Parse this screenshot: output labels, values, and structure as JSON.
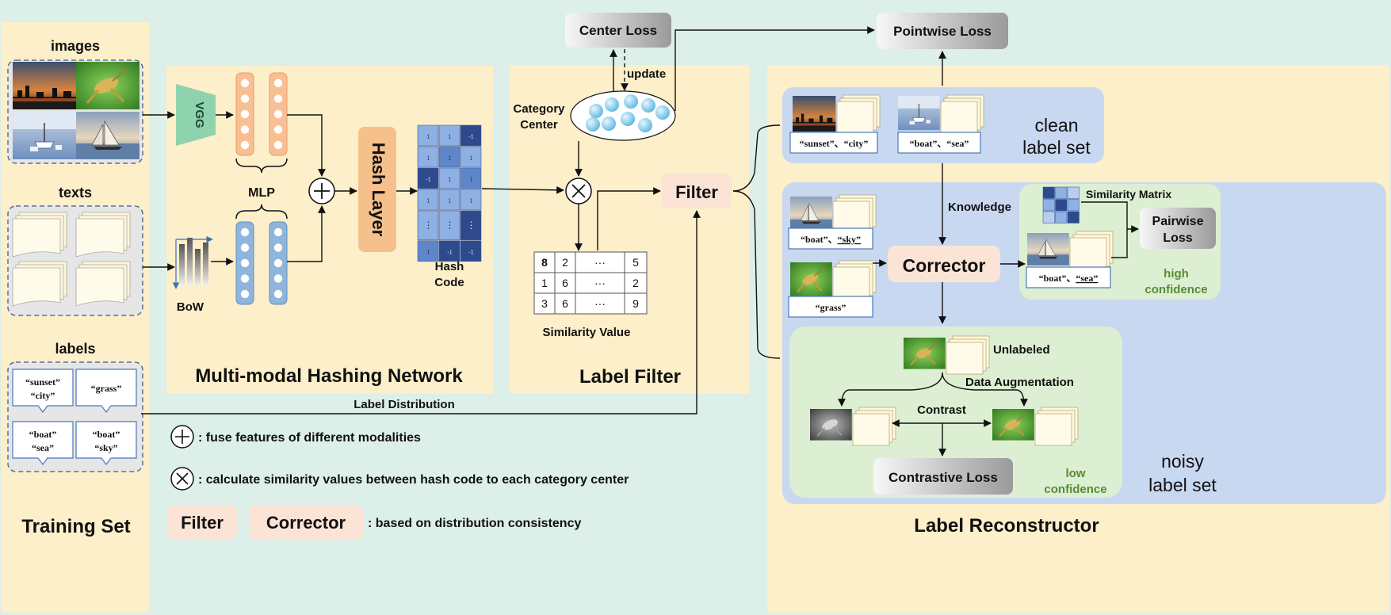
{
  "training_set": {
    "title": "Training Set",
    "images_label": "images",
    "texts_label": "texts",
    "labels_label": "labels",
    "label_cards": [
      [
        "“sunset”",
        "“city”"
      ],
      [
        "“grass”"
      ],
      [
        "“boat”",
        "“sea”"
      ],
      [
        "“boat”",
        "“sky”"
      ]
    ]
  },
  "hashing_network": {
    "title": "Multi-modal Hashing Network",
    "vgg_label": "VGG",
    "mlp_label": "MLP",
    "bow_label": "BoW",
    "hash_layer_label": "Hash Layer",
    "hash_code_label_line1": "Hash",
    "hash_code_label_line2": "Code",
    "hash_cell_symbols": [
      "1",
      "1",
      "-1",
      "⋮"
    ]
  },
  "label_filter": {
    "title": "Label Filter",
    "center_loss": "Center Loss",
    "update": "update",
    "category_center_line1": "Category",
    "category_center_line2": "Center",
    "filter": "Filter",
    "similarity_value_label": "Similarity Value",
    "similarity_table": [
      [
        "8",
        "2",
        "···",
        "5"
      ],
      [
        "1",
        "6",
        "···",
        "2"
      ],
      [
        "3",
        "6",
        "···",
        "9"
      ]
    ]
  },
  "label_reconstructor": {
    "title": "Label Reconstructor",
    "pointwise_loss": "Pointwise Loss",
    "clean_set_line1": "clean",
    "clean_set_line2": "label set",
    "clean_tags": [
      "“sunset”、“city”",
      "“boat”、“sea”"
    ],
    "knowledge": "Knowledge",
    "noisy_tag_1_a": "“boat”、",
    "noisy_tag_1_b": "“sky”",
    "noisy_tag_2": "“grass”",
    "corrector": "Corrector",
    "similarity_matrix": "Similarity Matrix",
    "pairwise_loss_line1": "Pairwise",
    "pairwise_loss_line2": "Loss",
    "corrected_tag_a": "“boat”、",
    "corrected_tag_b": "“sea”",
    "high_conf_line1": "high",
    "high_conf_line2": "confidence",
    "unlabeled": "Unlabeled",
    "data_augmentation": "Data Augmentation",
    "contrast": "Contrast",
    "contrastive_loss": "Contrastive Loss",
    "low_conf_line1": "low",
    "low_conf_line2": "confidence",
    "noisy_set_line1": "noisy",
    "noisy_set_line2": "label set"
  },
  "label_distribution": "Label Distribution",
  "legend": {
    "fuse": ": fuse features of different modalities",
    "similarity": ": calculate similarity values between hash code to each category center",
    "filter": "Filter",
    "corrector": "Corrector",
    "consistency": ": based on distribution consistency"
  },
  "colors": {
    "background": "#dcefe9",
    "panel": "#fdefc9",
    "blue_panel": "#c9d8f1",
    "green_panel": "#dcefd2",
    "pink_box": "#fbe3d6",
    "hash_layer": "#f6c08c",
    "vgg": "#8ed3ad",
    "mlp_orange": "#f8bf94",
    "mlp_blue": "#8fb5da",
    "dark_blue_cell": "#2e4a8c",
    "light_blue_cell": "#8eb0e3",
    "center_ball": "#6cc0e4",
    "confidence_green": "#5a8a35"
  }
}
